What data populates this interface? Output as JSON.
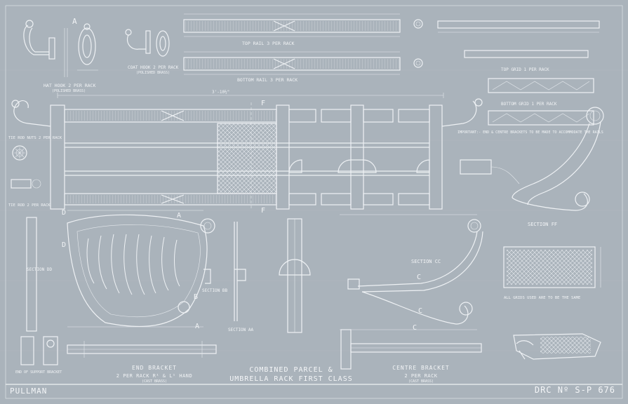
{
  "drawing": {
    "main_title_line1": "COMBINED PARCEL &",
    "main_title_line2": "UMBRELLA RACK FIRST CLASS",
    "company": "PULLMAN",
    "drawing_number": "DRC Nº S-P 676"
  },
  "labels": {
    "hat_hook": "HAT HOOK 2 PER RACK",
    "hat_hook_material": "(POLISHED BRASS)",
    "coat_hook": "COAT HOOK 2 PER RACK",
    "coat_hook_material": "(POLISHED BRASS)",
    "top_rail": "TOP RAIL 3 PER RACK",
    "bottom_rail": "BOTTOM RAIL 3 PER RACK",
    "top_grid": "TOP GRID 1 PER RACK",
    "bottom_grid": "BOTTOM GRID 1 PER RACK",
    "tie_rod_nuts": "TIE ROD NUTS 2 PER RACK",
    "tie_rod": "TIE ROD 2 PER RACK",
    "end_bracket_line1": "END BRACKET",
    "end_bracket_line2": "2 PER RACK R¹ & L¹ HAND",
    "end_bracket_material": "(CAST BRASS)",
    "centre_bracket_line1": "CENTRE BRACKET",
    "centre_bracket_line2": "2 PER RACK",
    "centre_bracket_material": "(CAST BRASS)",
    "section_ff": "SECTION FF",
    "section_cc": "SECTION CC",
    "section_bb": "SECTION BB",
    "section_aa": "SECTION AA",
    "section_dd": "SECTION DD",
    "detail_a": "A",
    "section_f": "F",
    "label_c": "C",
    "label_b": "B",
    "label_d": "D",
    "overall_dim": "3'-10½\"",
    "important_note": "IMPORTANT:- END & CENTRE BRACKETS TO BE MADE TO ACCOMMODATE THE RAILS",
    "grid_note": "ALL GRIDS USED ARE TO BE THE SAME",
    "end_support": "END OF SUPPORT BRACKET"
  }
}
